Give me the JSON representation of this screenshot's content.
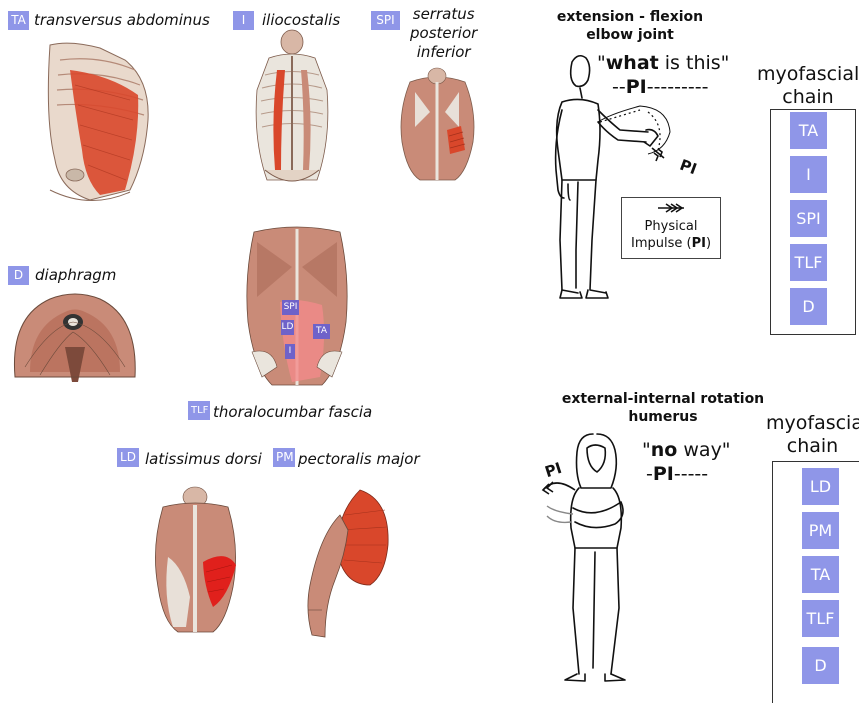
{
  "colors": {
    "tag": "#8f96e8",
    "muscle": "#d9472b",
    "tissue": "#c98b78",
    "bone": "#eae5dd",
    "mini_tag": "#6f62c9"
  },
  "muscles": {
    "ta": {
      "abbr": "TA",
      "name": "transversus abdominus"
    },
    "il": {
      "abbr": "I",
      "name": "iliocostalis"
    },
    "spi": {
      "abbr": "SPI",
      "name_lines": [
        "serratus",
        "posterior",
        "inferior"
      ]
    },
    "d": {
      "abbr": "D",
      "name": "diaphragm"
    },
    "tlf": {
      "abbr": "TLF",
      "name": "thoralocumbar fascia"
    },
    "ld": {
      "abbr": "LD",
      "name": "latissimus dorsi"
    },
    "pm": {
      "abbr": "PM",
      "name": "pectoralis major"
    }
  },
  "tlf_back_labels": [
    "SPI",
    "LD",
    "TA",
    "I"
  ],
  "panel_top": {
    "title_lines": [
      "extension - flexion",
      "elbow joint"
    ],
    "quote": {
      "pre": "\"",
      "bold": "what",
      "post": " is this\""
    },
    "pi_line": {
      "pre": "--",
      "bold": "PI",
      "post": "---------"
    },
    "arrow_label": "PI",
    "legend": {
      "line1": "Physical",
      "line2_pre": "Impulse (",
      "line2_bold": "PI",
      "line2_post": ")"
    },
    "chain_title_lines": [
      "myofascial",
      "chain"
    ],
    "chain": [
      "TA",
      "I",
      "SPI",
      "TLF",
      "D"
    ]
  },
  "panel_bottom": {
    "title_lines": [
      "external-internal rotation",
      "humerus"
    ],
    "quote": {
      "pre": "\"",
      "bold": "no",
      "post": " way\""
    },
    "pi_line": {
      "pre": "-",
      "bold": "PI",
      "post": "-----"
    },
    "arrow_label": "PI",
    "chain_title_lines": [
      "myofascial",
      "chain"
    ],
    "chain": [
      "LD",
      "PM",
      "TA",
      "TLF",
      "D"
    ]
  }
}
